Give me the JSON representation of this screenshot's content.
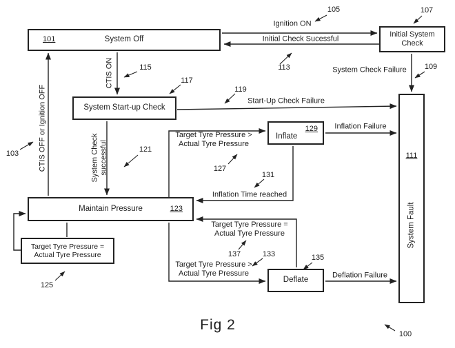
{
  "figure": {
    "caption": "Fig 2",
    "figure_ref": "100"
  },
  "states": {
    "system_off": {
      "label": "System Off",
      "ref": "101"
    },
    "initial_system_check": {
      "label": "Initial System Check",
      "ref": "107"
    },
    "system_startup_check": {
      "label": "System Start-up Check",
      "ref": "117"
    },
    "inflate": {
      "label": "Inflate",
      "ref": "129"
    },
    "maintain_pressure": {
      "label": "Maintain Pressure",
      "ref": "123"
    },
    "deflate": {
      "label": "Deflate",
      "ref": "135"
    },
    "system_fault": {
      "label": "System Fault",
      "ref": "111"
    },
    "pressure_equal_loop": {
      "line1": "Target Tyre Pressure =",
      "line2": "Actual Tyre Pressure",
      "ref": "125"
    }
  },
  "transitions": {
    "ignition_on": {
      "label": "Ignition ON",
      "ref": "105"
    },
    "initial_check_successful": {
      "label": "Initial Check Sucessful",
      "ref": "113"
    },
    "system_check_failure": {
      "label": "System Check Failure",
      "ref": "109"
    },
    "ctis_on": {
      "label": "CTIS ON",
      "ref": "115"
    },
    "startup_check_failure": {
      "label": "Start-Up Check Failure",
      "ref": "119"
    },
    "system_check_successful": {
      "line1": "System Check",
      "line2": "successful",
      "ref": "121"
    },
    "ctis_off_or_ignition_off": {
      "label": "CTIS OFF or Ignition OFF",
      "ref": "103"
    },
    "inflate_condition": {
      "line1": "Target Tyre Pressure >",
      "line2": "Actual Tyre Pressure",
      "ref": "127"
    },
    "inflation_failure": {
      "label": "Inflation Failure"
    },
    "inflation_time_reached": {
      "label": "Inflation Time reached",
      "ref": "131"
    },
    "pressure_equal_return": {
      "line1": "Target Tyre Pressure =",
      "line2": "Actual Tyre Pressure",
      "ref": "137"
    },
    "deflate_condition": {
      "line1": "Target Tyre Pressure >",
      "line2": "Actual Tyre Pressure",
      "ref": "133"
    },
    "deflation_failure": {
      "label": "Deflation Failure"
    }
  }
}
